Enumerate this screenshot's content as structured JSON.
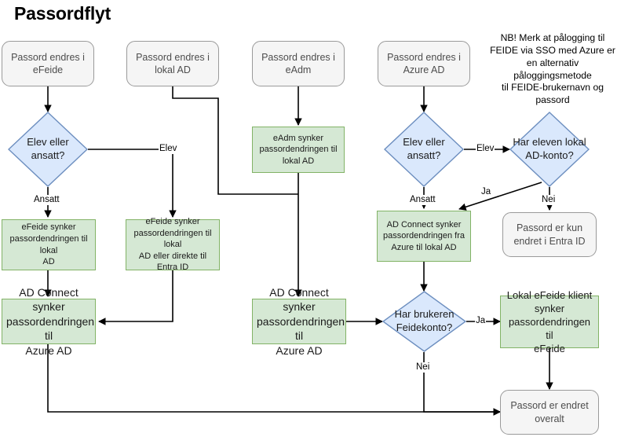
{
  "title": "Passordflyt",
  "colors": {
    "process_fill": "#d5e8d4",
    "process_stroke": "#82b366",
    "decision_fill": "#dae8fc",
    "decision_stroke": "#6c8ebf",
    "terminator_fill": "#f5f5f5",
    "terminator_stroke": "#9a9a9a",
    "edge_stroke": "#000000",
    "title_color": "#000000"
  },
  "nodes": {
    "start_efeide": "Passord endres i\neFeide",
    "start_lokal_ad": "Passord endres i\nlokal AD",
    "start_eadm": "Passord endres i\neAdm",
    "start_azure_ad": "Passord endres i\nAzure AD",
    "decision_elev_ansatt_left": "Elev eller\nansatt?",
    "decision_elev_ansatt_azure": "Elev eller\nansatt?",
    "decision_lokal_ad_konto": "Har eleven lokal\nAD-konto?",
    "decision_feidekonto": "Har brukeren\nFeidekonto?",
    "proc_eadm_sync": "eAdm synker\npassordendringen til\nlokal AD",
    "proc_efeide_sync_lokal": "eFeide synker\npassordendringen til lokal\nAD",
    "proc_efeide_sync_entra": "eFeide synker\npassordendringen til lokal\nAD eller direkte til Entra ID",
    "proc_adconnect_azure_left": "AD Connect synker\npassordendringen til\nAzure AD",
    "proc_adconnect_azure_mid": "AD Connect synker\npassordendringen til\nAzure AD",
    "proc_adconnect_fra_azure": "AD Connect synker\npassordendringen fra\nAzure til lokal AD",
    "proc_lokal_efeide_klient": "Lokal eFeide klient\nsynker\npassordendringen til\neFeide",
    "end_entra_only": "Passord er kun\nendret i Entra ID",
    "end_overalt": "Passord er endret\noveralt"
  },
  "note": "NB! Merk at pålogging til\nFEIDE via SSO med Azure er\nen alternativ påloggingsmetode\ntil FEIDE-brukernavn og\npassord",
  "edge_labels": {
    "elev_left": "Elev",
    "ansatt_left": "Ansatt",
    "elev_azure": "Elev",
    "ansatt_azure": "Ansatt",
    "ja_lokal_ad": "Ja",
    "nei_lokal_ad": "Nei",
    "ja_feide": "Ja",
    "nei_feide": "Nei"
  }
}
